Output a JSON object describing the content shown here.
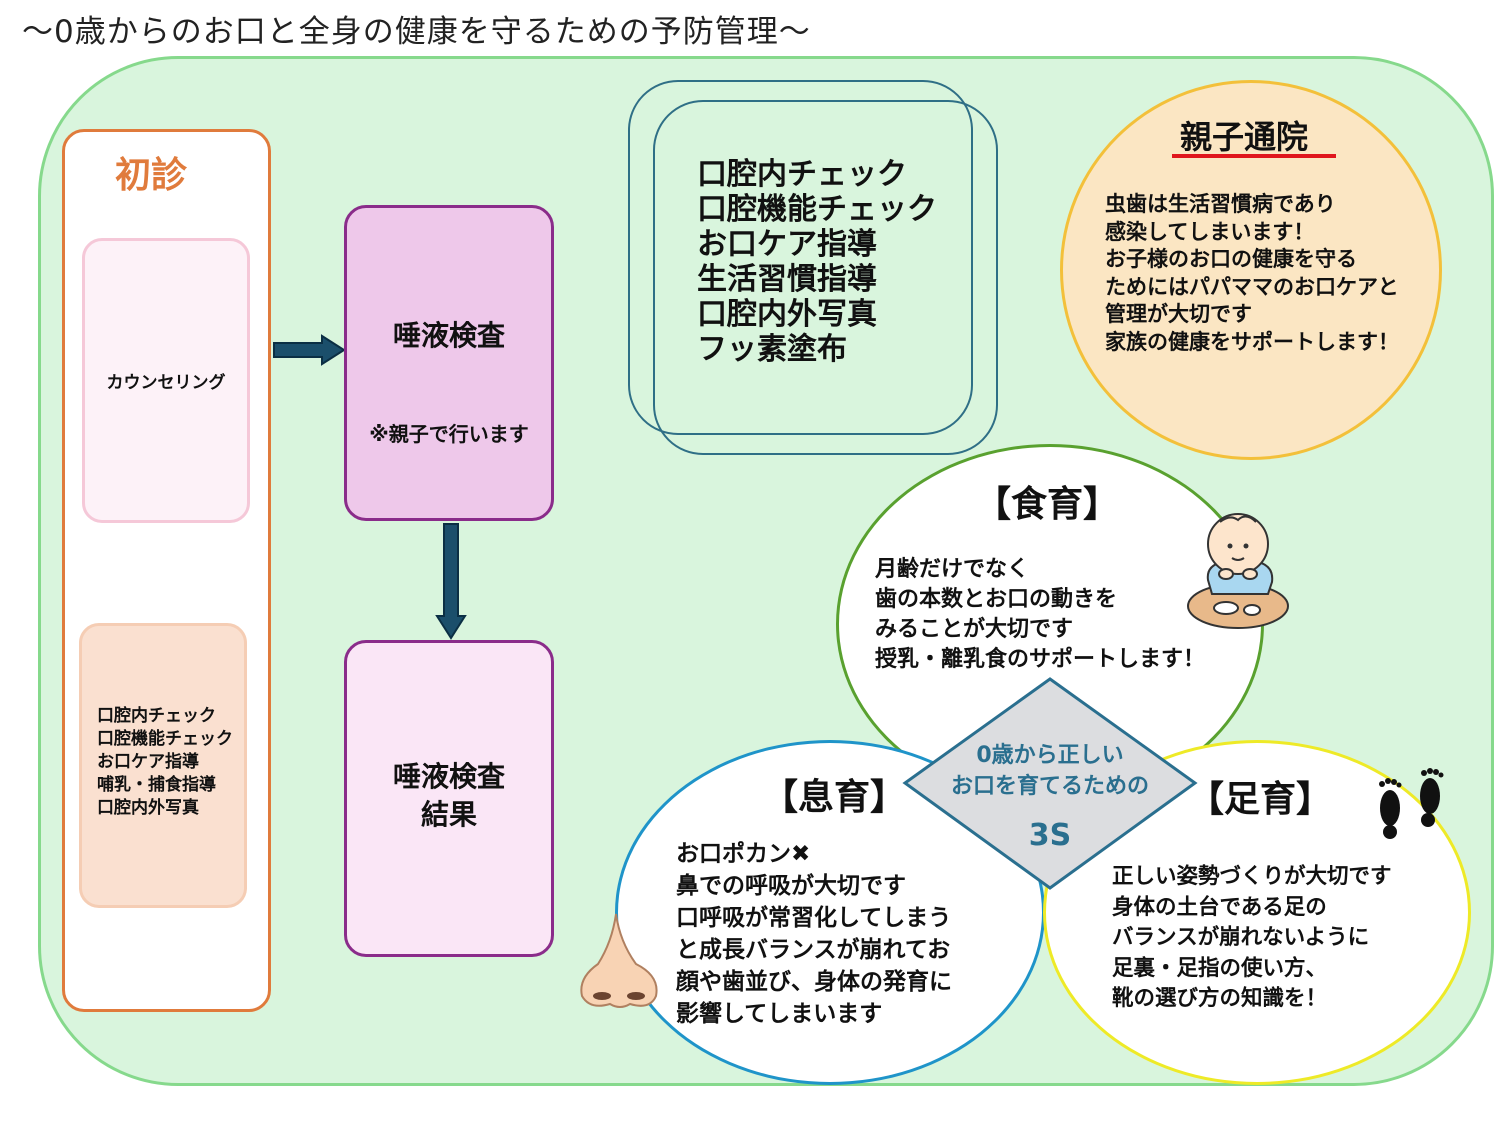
{
  "title": "〜0歳からのお口と全身の健康を守るための予防管理〜",
  "shoshin": {
    "label": "初診",
    "counseling": "カウンセリング",
    "exams": [
      "口腔内チェック",
      "口腔機能チェック",
      "お口ケア指導",
      "哺乳・捕食指導",
      "口腔内外写真"
    ]
  },
  "saliva_test": {
    "title": "唾液検査",
    "note": "※親子で行います"
  },
  "saliva_result": {
    "line1": "唾液検査",
    "line2": "結果"
  },
  "checks": [
    "口腔内チェック",
    "口腔機能チェック",
    "お口ケア指導",
    "生活習慣指導",
    "口腔内外写真",
    "フッ素塗布"
  ],
  "oyako": {
    "title": "親子通院",
    "lines": [
      "虫歯は生活習慣病であり",
      "感染してしまいます！",
      "お子様のお口の健康を守る",
      "ためにはパパママのお口ケアと",
      "管理が大切です",
      "家族の健康をサポートします！"
    ]
  },
  "shokuiku": {
    "title": "【食育】",
    "lines": [
      "月齢だけでなく",
      "歯の本数とお口の動きを",
      "みることが大切です",
      "授乳・離乳食のサポートします！"
    ]
  },
  "sokuiku": {
    "title": "【息育】",
    "lines": [
      "お口ポカン✖",
      "鼻での呼吸が大切です",
      "口呼吸が常習化してしまう",
      "と成長バランスが崩れてお",
      "顔や歯並び、身体の発育に",
      "影響してしまいます"
    ]
  },
  "sokuiku_foot": {
    "title": "【足育】",
    "lines": [
      "正しい姿勢づくりが大切です",
      "身体の土台である足の",
      "バランスが崩れないように",
      "足裏・足指の使い方、",
      "靴の選び方の知識を！"
    ]
  },
  "center": {
    "line1": "0歳から正しい",
    "line2": "お口を育てるための",
    "label": "3S"
  },
  "colors": {
    "background": "#d9f5dd",
    "shoshin": "#e07b3c",
    "saliva_border": "#8a2c8a",
    "oyako_fill": "#fbe6c3",
    "oyako_underline": "#e0161d",
    "food_circle": "#59a12f",
    "breath_circle": "#1f94c9",
    "foot_circle": "#eeea27",
    "diamond": "#2a6f8f"
  },
  "icons": [
    "arrow-right-icon",
    "arrow-down-icon",
    "baby-eating-icon",
    "nose-icon",
    "footprints-icon"
  ]
}
